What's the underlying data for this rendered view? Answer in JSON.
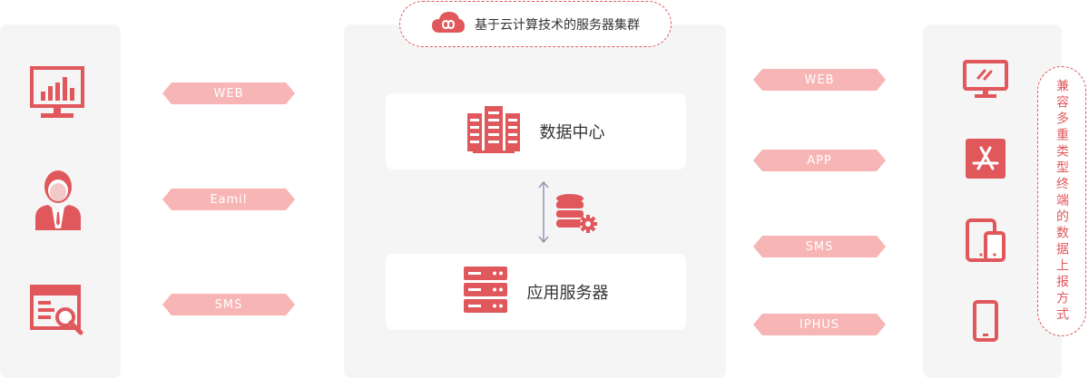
{
  "header": {
    "cloud_label": "基于云计算技术的服务器集群"
  },
  "left_tags": [
    "WEB",
    "Eamil",
    "SMS"
  ],
  "right_tags": [
    "WEB",
    "APP",
    "SMS",
    "IPHUS"
  ],
  "center": {
    "data_center_label": "数据中心",
    "app_server_label": "应用服务器"
  },
  "right_note": "兼容多重类型终端的数据上报方式",
  "colors": {
    "accent": "#e0585c",
    "tag_fill": "#f8b5b5",
    "panel": "#f5f5f5",
    "arrow": "#8e96b8"
  },
  "icons": {
    "left": [
      "monitor-chart-icon",
      "user-icon",
      "search-report-icon"
    ],
    "right": [
      "desktop-icon",
      "app-store-icon",
      "tablet-phone-icon",
      "phone-icon"
    ],
    "center": [
      "server-rack-icon",
      "database-gear-icon",
      "server-icon",
      "cloud-icon"
    ]
  }
}
